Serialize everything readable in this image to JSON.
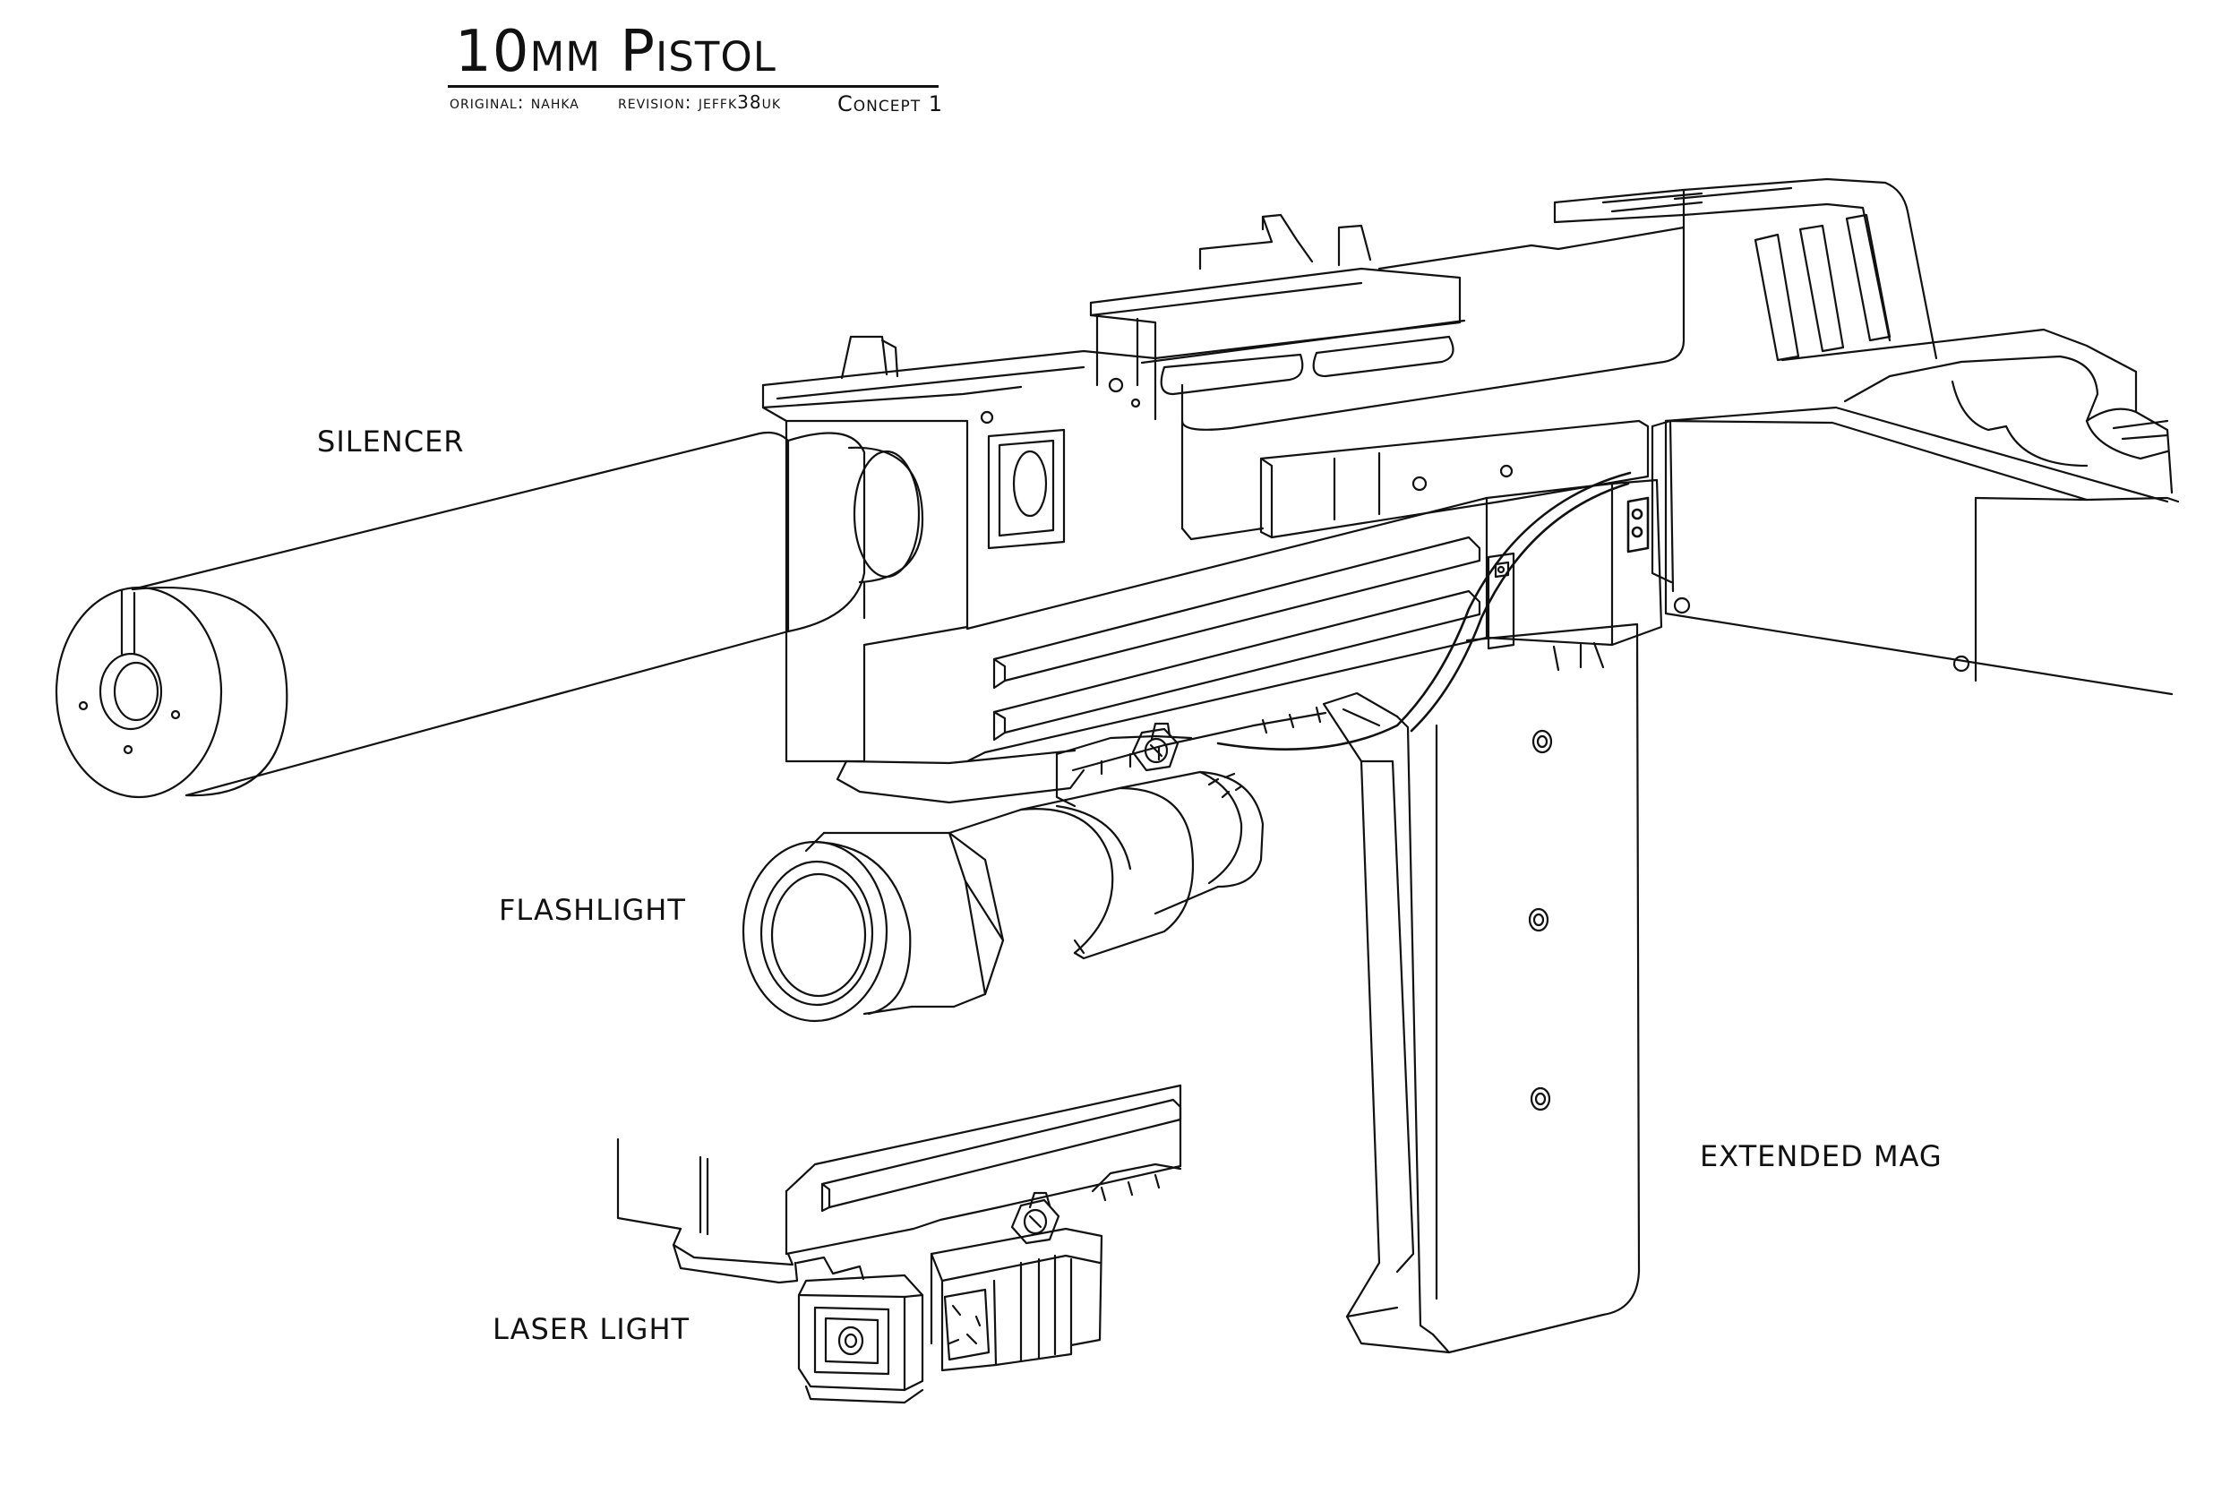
{
  "header": {
    "title": "10mm Pistol",
    "original": "original: nahka",
    "revision": "revision: jeffk38uk",
    "concept": "Concept 1"
  },
  "labels": {
    "silencer": "SILENCER",
    "flashlight": "FLASHLIGHT",
    "extended_mag": "EXTENDED MAG",
    "laser_light": "LASER LIGHT"
  },
  "colors": {
    "line": "#111111",
    "paper": "#ffffff"
  }
}
